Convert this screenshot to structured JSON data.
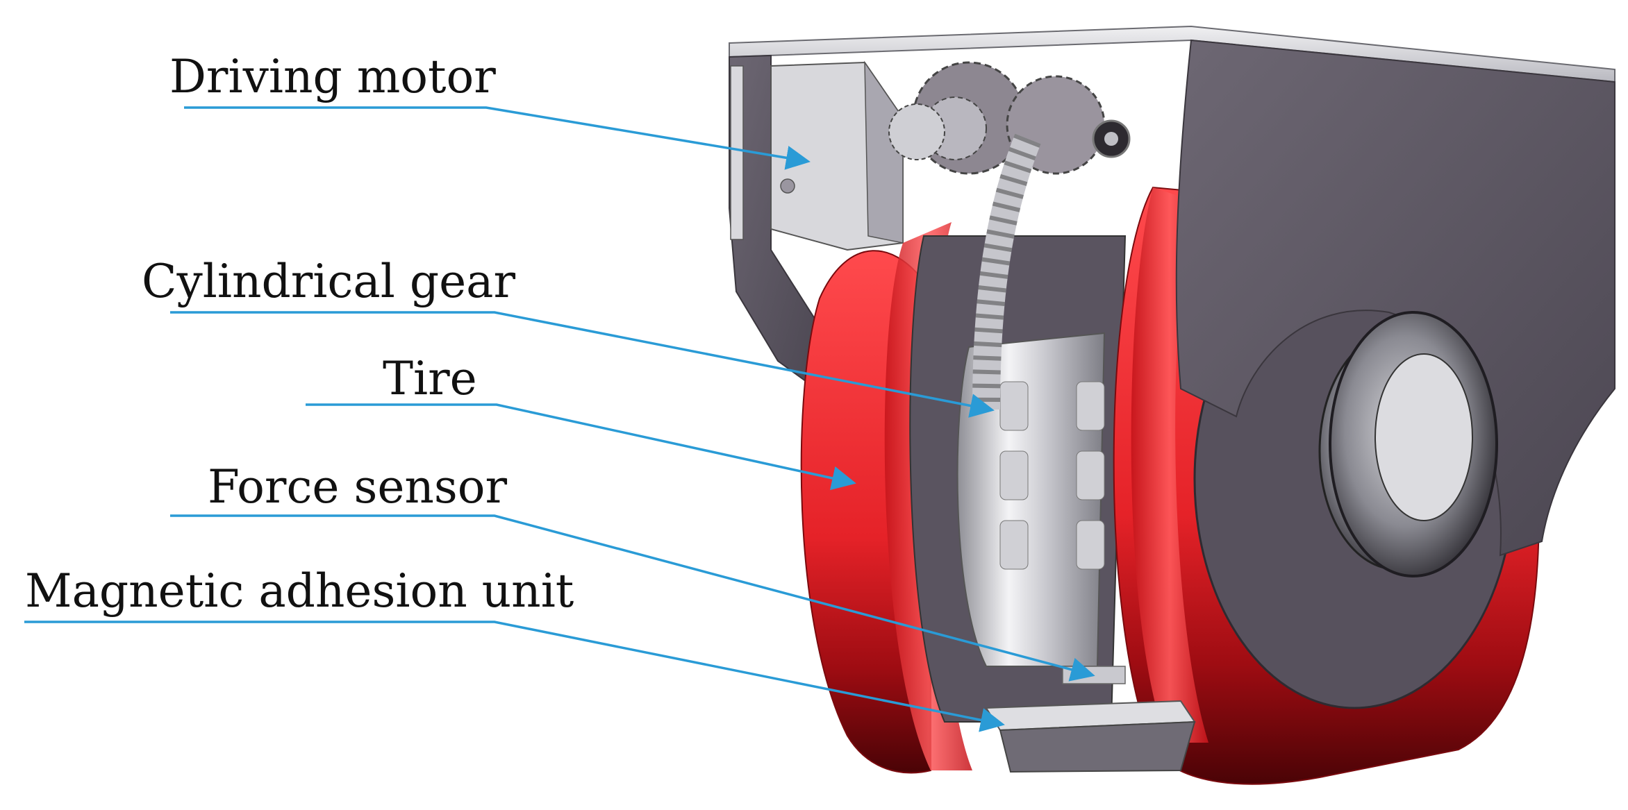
{
  "figure": {
    "leader_color": "#2a9bd6",
    "tire_color": "#e8262b",
    "frame_color": "#5f5965",
    "labels": [
      {
        "id": "driving-motor",
        "text": "Driving motor"
      },
      {
        "id": "cylindrical-gear",
        "text": "Cylindrical gear"
      },
      {
        "id": "tire",
        "text": "Tire"
      },
      {
        "id": "force-sensor",
        "text": "Force sensor"
      },
      {
        "id": "magnetic-adhesion-unit",
        "text": "Magnetic adhesion unit"
      }
    ]
  }
}
